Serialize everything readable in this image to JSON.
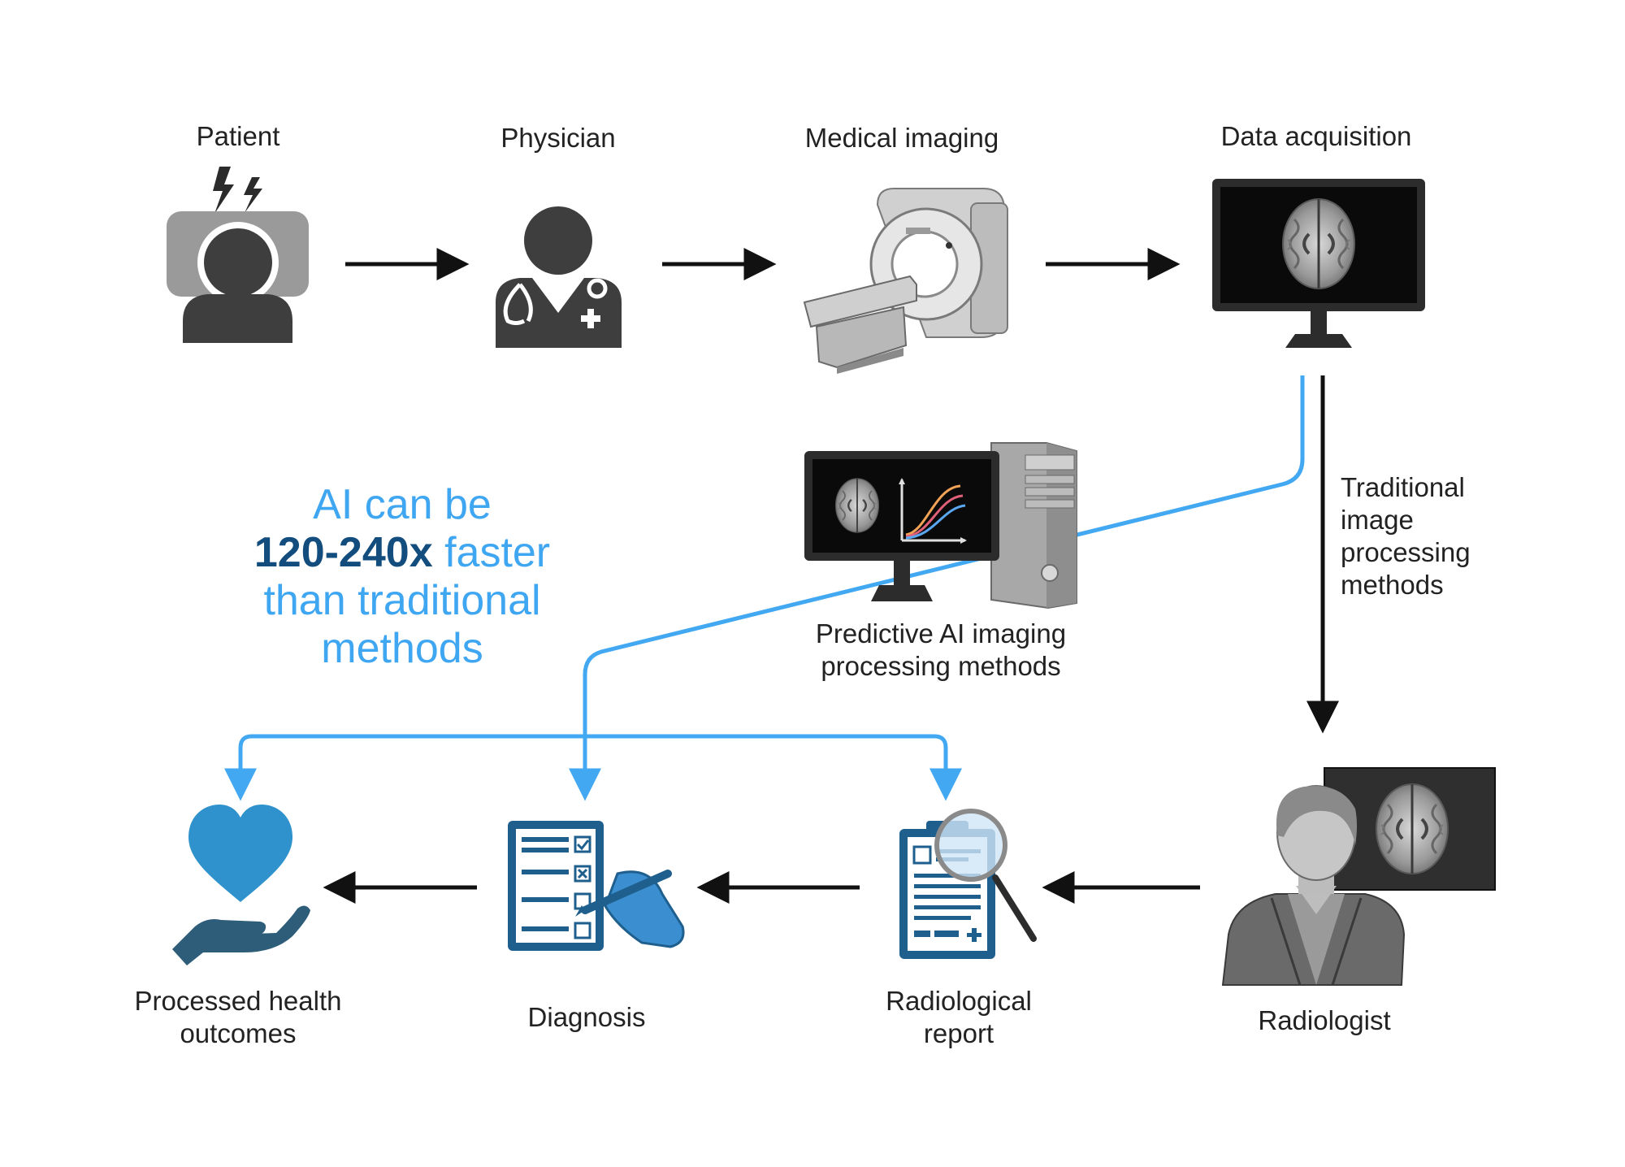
{
  "nodes": {
    "patient": "Patient",
    "physician": "Physician",
    "medical_imaging": "Medical imaging",
    "data_acquisition": "Data acquisition",
    "traditional": [
      "Traditional",
      "image",
      "processing",
      "methods"
    ],
    "predictive_ai": [
      "Predictive AI imaging",
      "processing methods"
    ],
    "radiologist": "Radiologist",
    "radiological_report": [
      "Radiological",
      "report"
    ],
    "diagnosis": "Diagnosis",
    "processed_outcomes": [
      "Processed health",
      "outcomes"
    ]
  },
  "callout": {
    "line1": "AI can be",
    "line2_bold": "120-240x",
    "line2_rest": " faster",
    "line3": "than traditional",
    "line4": "methods"
  },
  "colors": {
    "ai_path": "#43a8f2",
    "traditional_path": "#111111",
    "callout_text": "#3fa6f2",
    "callout_bold": "#124d7d",
    "icon_dark": "#3e3e3e",
    "icon_blue": "#2f92cc"
  }
}
